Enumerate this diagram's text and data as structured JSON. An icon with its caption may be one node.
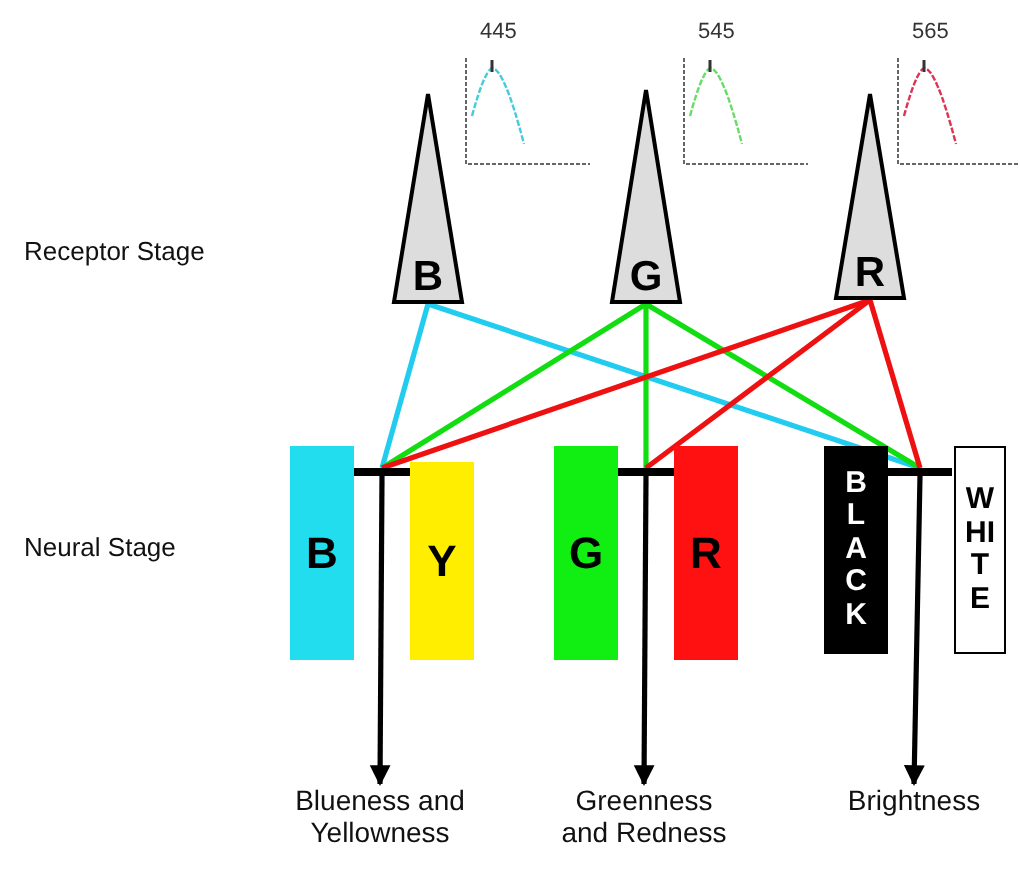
{
  "diagram": {
    "nodes": [
      {
        "text": [
          "B"
        ],
        "beside": [
          "445"
        ]
      },
      {
        "text": [
          "G"
        ],
        "beside": [
          "545"
        ]
      },
      {
        "text": [
          "R"
        ],
        "beside": [
          "565"
        ]
      },
      {
        "text": [
          "B"
        ]
      },
      {
        "text": [],
        "shape": "bar"
      },
      {
        "text": [
          "Y"
        ]
      },
      {
        "text": [
          "G"
        ]
      },
      {
        "text": [],
        "shape": "bar"
      },
      {
        "text": [
          "R"
        ]
      },
      {
        "text": [
          "BLACK"
        ]
      },
      {
        "text": [],
        "shape": "bar"
      },
      {
        "text": [
          "WHITE"
        ]
      },
      {
        "text": [
          "Blueness and Yellowness"
        ]
      },
      {
        "text": [
          "Greenness and Redness"
        ]
      },
      {
        "text": [
          "Brightness"
        ]
      }
    ],
    "edges": [
      {
        "from": 0,
        "to": 4,
        "arrow": "none",
        "color": "#22ccee"
      },
      {
        "from": 0,
        "to": 10,
        "arrow": "none",
        "color": "#22ccee"
      },
      {
        "from": 1,
        "to": 4,
        "arrow": "none",
        "color": "#11dd11"
      },
      {
        "from": 1,
        "to": 7,
        "arrow": "none",
        "color": "#11dd11"
      },
      {
        "from": 1,
        "to": 10,
        "arrow": "none",
        "color": "#11dd11"
      },
      {
        "from": 2,
        "to": 4,
        "arrow": "none",
        "color": "#ee1111"
      },
      {
        "from": 2,
        "to": 7,
        "arrow": "none",
        "color": "#ee1111"
      },
      {
        "from": 2,
        "to": 10,
        "arrow": "none",
        "color": "#ee1111"
      },
      {
        "from": 4,
        "to": 12,
        "arrow": "to",
        "color": "#000000"
      },
      {
        "from": 7,
        "to": 13,
        "arrow": "to",
        "color": "#000000"
      },
      {
        "from": 10,
        "to": 14,
        "arrow": "to",
        "color": "#000000"
      }
    ],
    "labels": [
      "Receptor Stage",
      "Neural Stage"
    ]
  }
}
